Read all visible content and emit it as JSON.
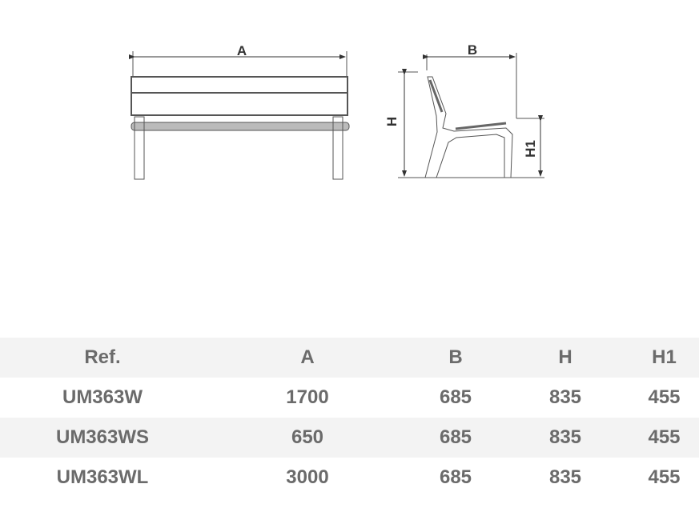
{
  "drawing": {
    "labels": {
      "a": "A",
      "b": "B",
      "h": "H",
      "h1": "H1"
    }
  },
  "table": {
    "headers": [
      "Ref.",
      "A",
      "B",
      "H",
      "H1"
    ],
    "rows": [
      [
        "UM363W",
        "1700",
        "685",
        "835",
        "455"
      ],
      [
        "UM363WS",
        "650",
        "685",
        "835",
        "455"
      ],
      [
        "UM363WL",
        "3000",
        "685",
        "835",
        "455"
      ]
    ]
  }
}
